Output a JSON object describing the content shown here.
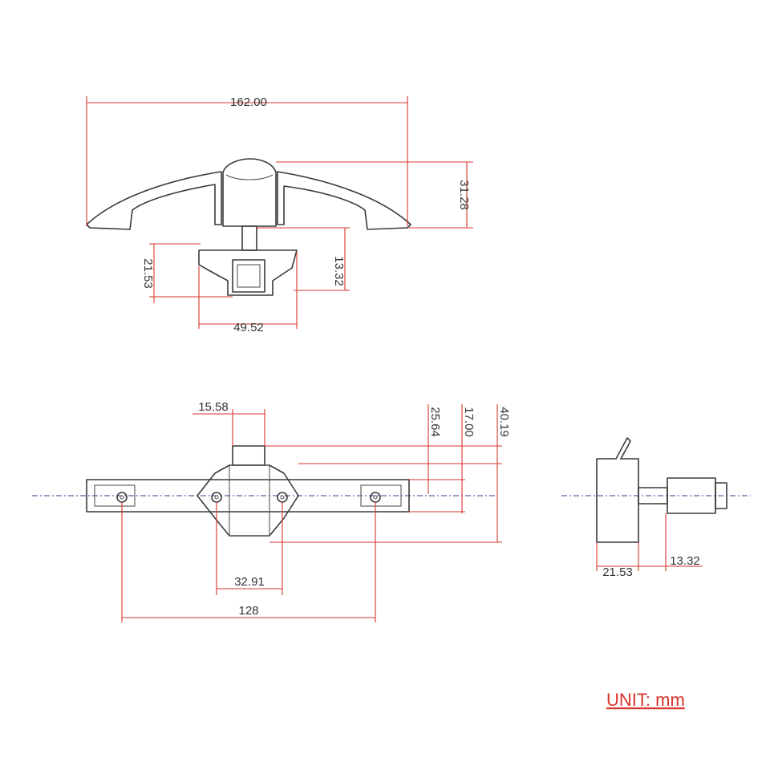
{
  "dimensions": {
    "top_width": "162.00",
    "top_height": "31.28",
    "base_depth": "21.53",
    "stem_length": "13.32",
    "base_width": "49.52",
    "plunger_width": "15.58",
    "dim_25": "25.64",
    "dim_17": "17.00",
    "dim_40": "40.19",
    "hole_spacing_inner": "32.91",
    "hole_spacing_outer": "128",
    "side_depth": "21.53",
    "side_stem": "13.32"
  },
  "unit_label": "UNIT: mm",
  "colors": {
    "dimension": "#d9342b",
    "centerline": "#2f3c8f",
    "outline": "#3a3a3a"
  }
}
